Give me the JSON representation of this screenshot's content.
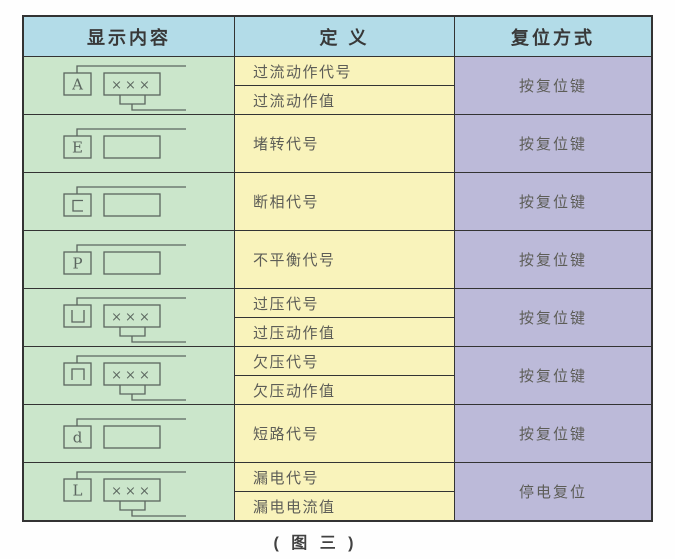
{
  "page": {
    "caption": "( 图 三 )"
  },
  "colors": {
    "header_bg": "#b3dce8",
    "display_col_bg": "#cbe6cb",
    "definition_col_bg": "#f9f3bb",
    "reset_col_bg": "#bcbad9",
    "border": "#333333",
    "header_text": "#383838",
    "body_text": "#5d5d57",
    "diagram_stroke": "#5b665f"
  },
  "table": {
    "headers": [
      {
        "label": "显示内容"
      },
      {
        "label": "定 义"
      },
      {
        "label": "复位方式"
      }
    ],
    "rows": [
      {
        "display": {
          "symbol": "A",
          "shape": "text",
          "value": "×××"
        },
        "definitions": [
          "过流动作代号",
          "过流动作值"
        ],
        "reset": "按复位键"
      },
      {
        "display": {
          "symbol": "E",
          "shape": "text",
          "value": ""
        },
        "definitions": [
          "堵转代号"
        ],
        "reset": "按复位键"
      },
      {
        "display": {
          "symbol": "c",
          "shape": "open-right",
          "value": ""
        },
        "definitions": [
          "断相代号"
        ],
        "reset": "按复位键"
      },
      {
        "display": {
          "symbol": "P",
          "shape": "text",
          "value": ""
        },
        "definitions": [
          "不平衡代号"
        ],
        "reset": "按复位键"
      },
      {
        "display": {
          "symbol": "凵",
          "shape": "open-top",
          "value": "×××"
        },
        "definitions": [
          "过压代号",
          "过压动作值"
        ],
        "reset": "按复位键"
      },
      {
        "display": {
          "symbol": "冂",
          "shape": "open-bottom",
          "value": "×××"
        },
        "definitions": [
          "欠压代号",
          "欠压动作值"
        ],
        "reset": "按复位键"
      },
      {
        "display": {
          "symbol": "d",
          "shape": "text",
          "value": ""
        },
        "definitions": [
          "短路代号"
        ],
        "reset": "按复位键"
      },
      {
        "display": {
          "symbol": "L",
          "shape": "text",
          "value": "×××"
        },
        "definitions": [
          "漏电代号",
          "漏电电流值"
        ],
        "reset": "停电复位"
      }
    ]
  }
}
